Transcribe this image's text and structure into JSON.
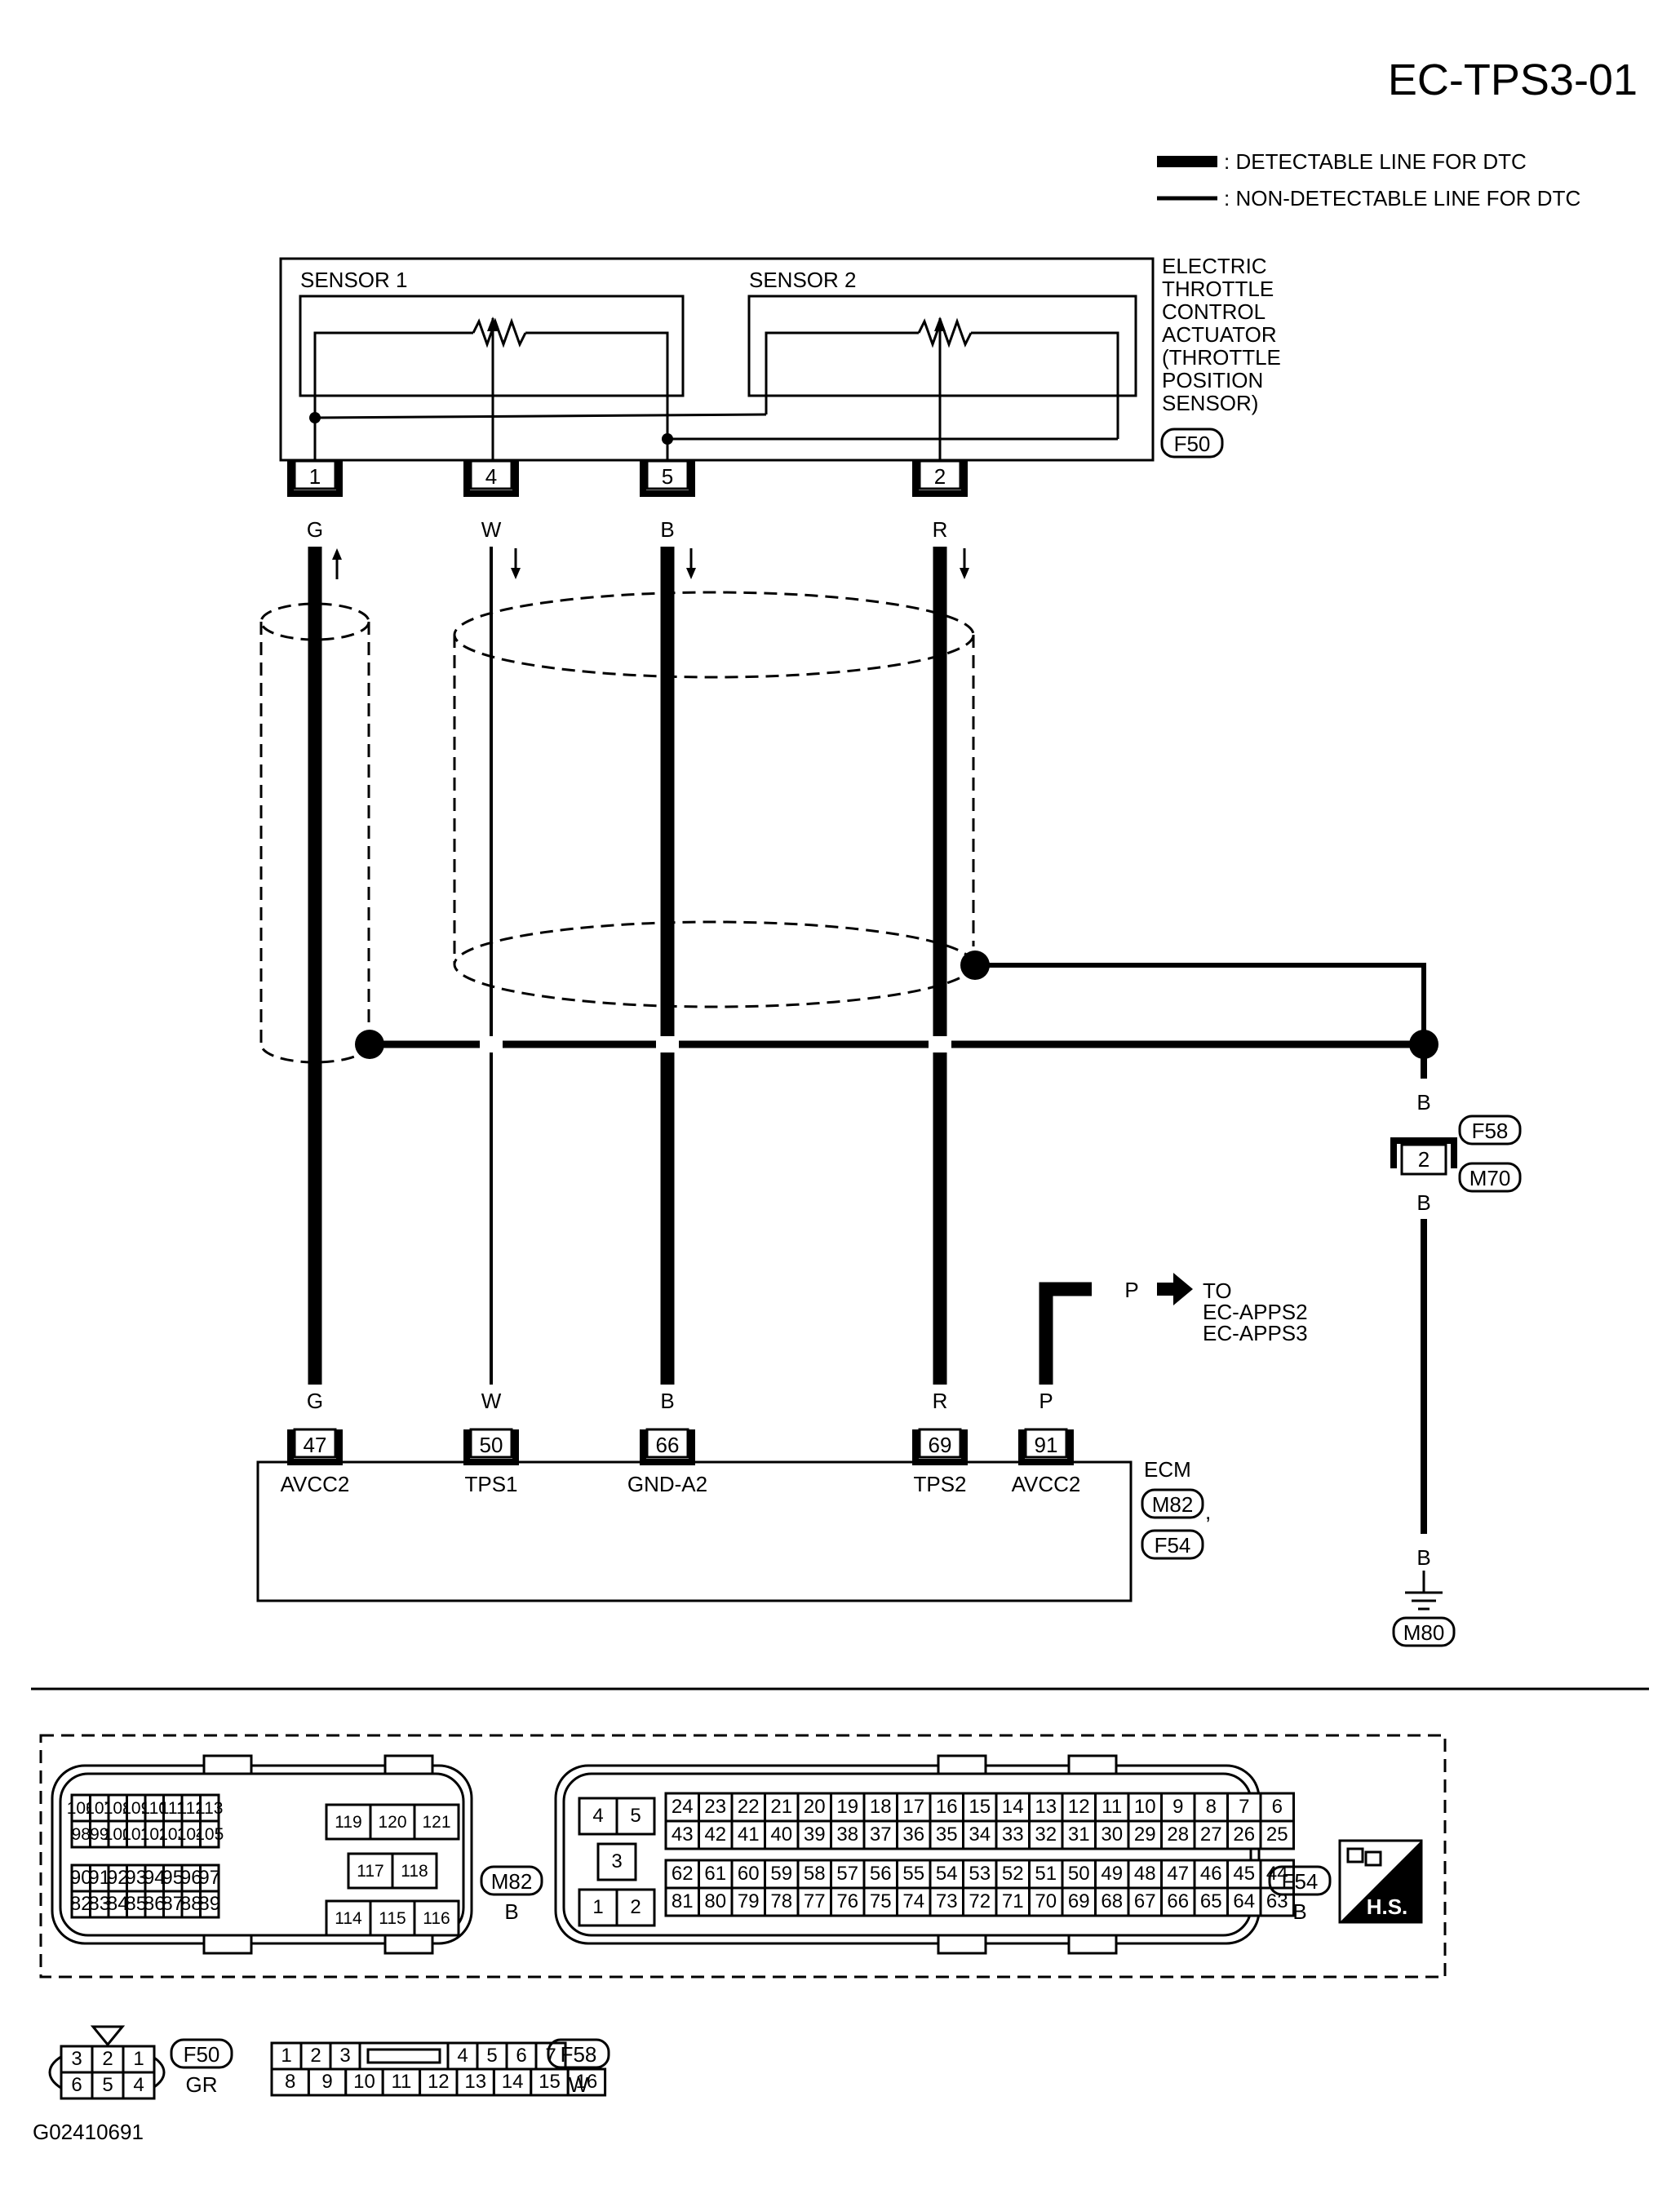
{
  "diagram_id": "EC-TPS3-01",
  "figure_code": "G02410691",
  "legend": {
    "detectable": ": DETECTABLE LINE FOR DTC",
    "non_detectable": ": NON-DETECTABLE LINE FOR DTC"
  },
  "actuator": {
    "name_lines": [
      "ELECTRIC",
      "THROTTLE",
      "CONTROL",
      "ACTUATOR",
      "(THROTTLE",
      "POSITION",
      "SENSOR)"
    ],
    "connector": "F50",
    "sensor1": "SENSOR 1",
    "sensor2": "SENSOR 2",
    "pins": [
      {
        "pin": "1",
        "color": "G",
        "arrow": "up"
      },
      {
        "pin": "4",
        "color": "W",
        "arrow": "down"
      },
      {
        "pin": "5",
        "color": "B",
        "arrow": "down"
      },
      {
        "pin": "2",
        "color": "R",
        "arrow": "down"
      }
    ]
  },
  "ground": {
    "color": "B",
    "joint_connectors": [
      "F58",
      "M70"
    ],
    "joint_pin": "2",
    "ground_point": "M80"
  },
  "ecm": {
    "name": "ECM",
    "connectors": [
      "M82",
      "F54"
    ],
    "separator": ",",
    "terminals": [
      {
        "pin": "47",
        "color": "G",
        "signal": "AVCC2"
      },
      {
        "pin": "50",
        "color": "W",
        "signal": "TPS1"
      },
      {
        "pin": "66",
        "color": "B",
        "signal": "GND-A2"
      },
      {
        "pin": "69",
        "color": "R",
        "signal": "TPS2"
      },
      {
        "pin": "91",
        "color": "P",
        "signal": "AVCC2"
      }
    ]
  },
  "offpage": {
    "color": "P",
    "to": "TO",
    "targets": [
      "EC-APPS2",
      "EC-APPS3"
    ]
  },
  "connector_views": {
    "m82": {
      "id": "M82",
      "color": "B",
      "top_left": [
        [
          "106",
          "107",
          "108",
          "109",
          "110",
          "111",
          "112",
          "113"
        ],
        [
          "98",
          "99",
          "100",
          "101",
          "102",
          "103",
          "104",
          "105"
        ]
      ],
      "bottom_left": [
        [
          "90",
          "91",
          "92",
          "93",
          "94",
          "95",
          "96",
          "97"
        ],
        [
          "82",
          "83",
          "84",
          "85",
          "86",
          "87",
          "88",
          "89"
        ]
      ],
      "right_top": [
        "119",
        "120",
        "121"
      ],
      "right_mid": [
        "117",
        "118"
      ],
      "right_bot": [
        "114",
        "115",
        "116"
      ]
    },
    "f54": {
      "id": "F54",
      "color": "B",
      "left_top": [
        "4",
        "5"
      ],
      "left_mid": "3",
      "left_bot": [
        "1",
        "2"
      ],
      "rows": [
        [
          "24",
          "23",
          "22",
          "21",
          "20",
          "19",
          "18",
          "17",
          "16",
          "15",
          "14",
          "13",
          "12",
          "11",
          "10",
          "9",
          "8",
          "7",
          "6"
        ],
        [
          "43",
          "42",
          "41",
          "40",
          "39",
          "38",
          "37",
          "36",
          "35",
          "34",
          "33",
          "32",
          "31",
          "30",
          "29",
          "28",
          "27",
          "26",
          "25"
        ],
        [
          "62",
          "61",
          "60",
          "59",
          "58",
          "57",
          "56",
          "55",
          "54",
          "53",
          "52",
          "51",
          "50",
          "49",
          "48",
          "47",
          "46",
          "45",
          "44"
        ],
        [
          "81",
          "80",
          "79",
          "78",
          "77",
          "76",
          "75",
          "74",
          "73",
          "72",
          "71",
          "70",
          "69",
          "68",
          "67",
          "66",
          "65",
          "64",
          "63"
        ]
      ]
    },
    "hs": "H.S.",
    "f50": {
      "id": "F50",
      "color": "GR",
      "top": [
        "3",
        "2",
        "1"
      ],
      "bottom": [
        "6",
        "5",
        "4"
      ]
    },
    "f58": {
      "id": "F58",
      "color": "W",
      "top": [
        "1",
        "2",
        "3",
        "4",
        "5",
        "6",
        "7"
      ],
      "bottom": [
        "8",
        "9",
        "10",
        "11",
        "12",
        "13",
        "14",
        "15",
        "16"
      ]
    }
  }
}
